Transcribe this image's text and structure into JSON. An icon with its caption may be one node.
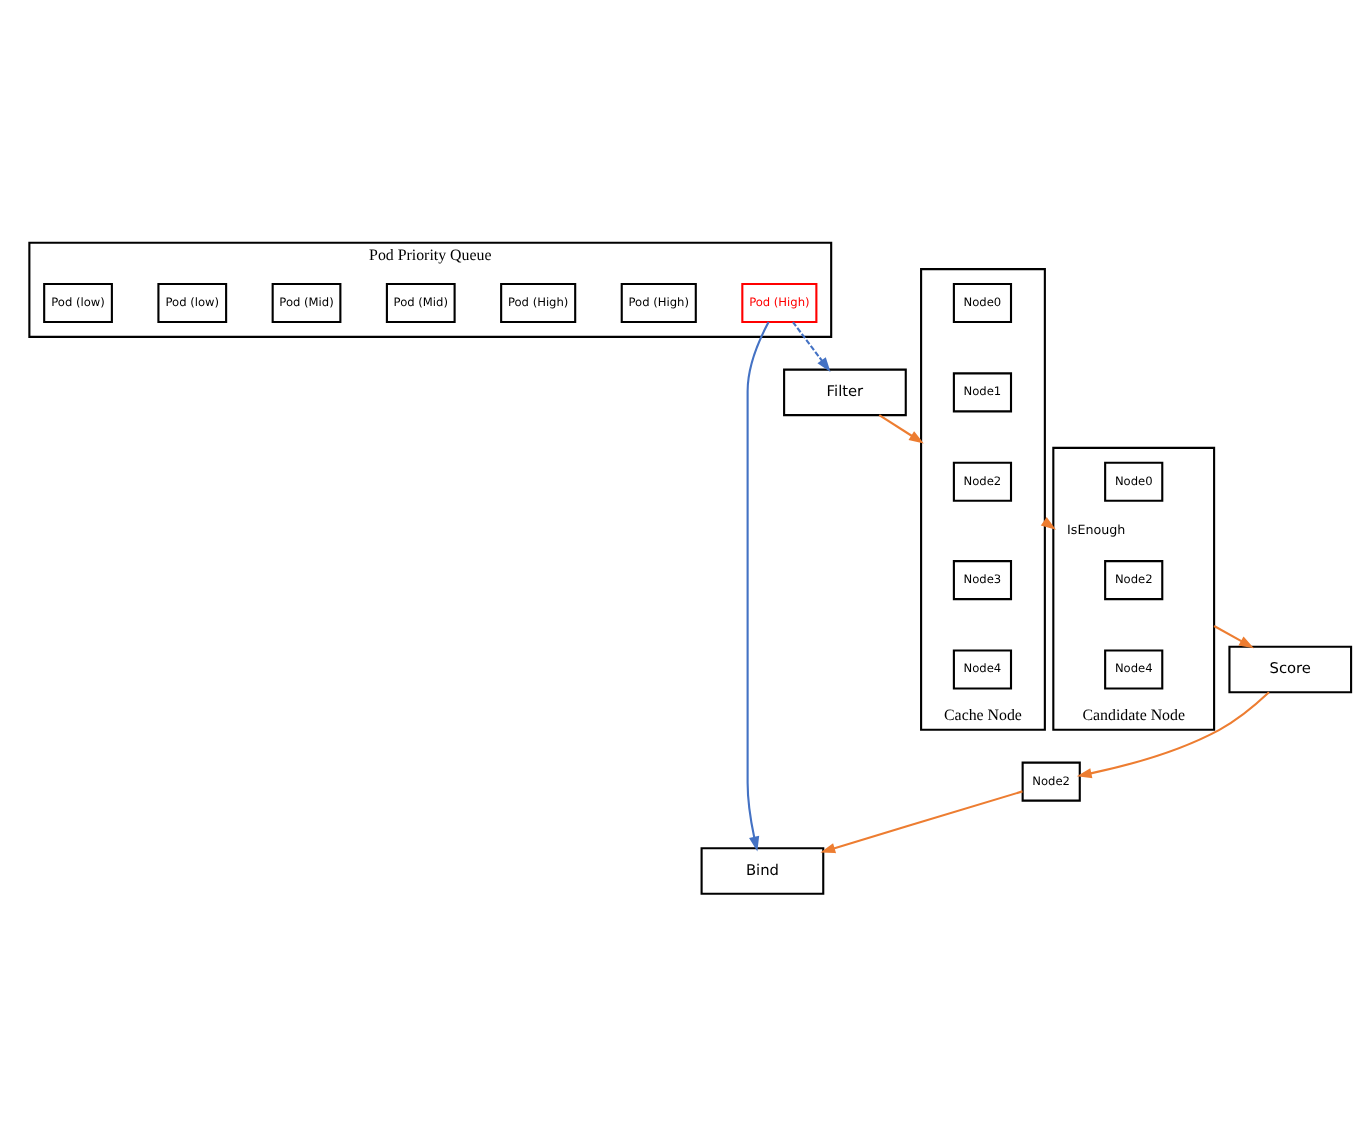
{
  "diagram": {
    "nodes": [
      {
        "text": [
          "Pod Priority Queue"
        ]
      },
      {
        "text": [
          "Pod (low)"
        ],
        "in": 0
      },
      {
        "text": [
          "Pod (low)"
        ],
        "in": 0
      },
      {
        "text": [
          "Pod (Mid)"
        ],
        "in": 0
      },
      {
        "text": [
          "Pod (Mid)"
        ],
        "in": 0
      },
      {
        "text": [
          "Pod (High)"
        ],
        "in": 0
      },
      {
        "text": [
          "Pod (High)"
        ],
        "in": 0
      },
      {
        "text": [
          "Pod (High)"
        ],
        "in": 0
      },
      {
        "text": [
          "Filter"
        ]
      },
      {
        "text": [
          "Score"
        ]
      },
      {
        "text": [
          "Bind"
        ]
      },
      {
        "text": [
          "Cache Node"
        ]
      },
      {
        "text": [
          "Node0"
        ],
        "in": 11
      },
      {
        "text": [
          "Node1"
        ],
        "in": 11
      },
      {
        "text": [
          "Node2"
        ],
        "in": 11
      },
      {
        "text": [
          "Node3"
        ],
        "in": 11
      },
      {
        "text": [
          "Node4"
        ],
        "in": 11
      },
      {
        "text": [
          "Candidate Node"
        ]
      },
      {
        "text": [
          "Node0"
        ],
        "in": 17
      },
      {
        "text": [
          "Node2"
        ],
        "in": 17
      },
      {
        "text": [
          "Node4"
        ],
        "in": 17
      },
      {
        "text": [
          "Node2"
        ]
      }
    ],
    "edges": [
      {
        "from": 7,
        "to": 8,
        "arrow": "to",
        "style": "dashed",
        "color": "#4472c4"
      },
      {
        "from": 7,
        "to": 10,
        "arrow": "to",
        "color": "#4472c4"
      },
      {
        "from": 8,
        "to": 11,
        "arrow": "to"
      },
      {
        "from": 11,
        "to": 17,
        "arrow": "to",
        "label": "IsEnough"
      },
      {
        "from": 17,
        "to": 9,
        "arrow": "to"
      },
      {
        "from": 9,
        "to": 21,
        "arrow": "to"
      },
      {
        "from": 21,
        "to": 10,
        "arrow": "to"
      }
    ]
  }
}
